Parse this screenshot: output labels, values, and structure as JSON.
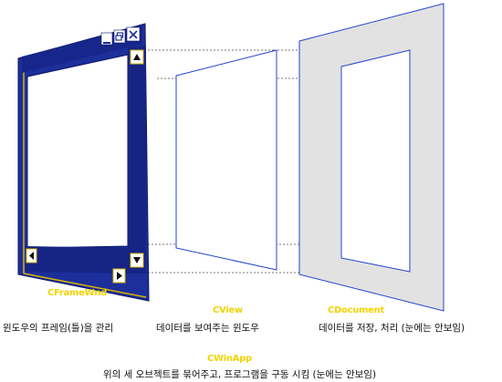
{
  "colors": {
    "frame_blue": "#1c2f9a",
    "frame_dark": "#0b1466",
    "frame_gold": "#d8b400",
    "label_yellow": "#f2d400",
    "line_blue": "#2244cc",
    "dotted_gray": "#777777",
    "doc_gray": "#e2e2e2"
  },
  "icons": {
    "minimize": "minimize-icon",
    "restore": "restore-icon",
    "close": "close-icon",
    "scroll_up": "scroll-up-arrow-icon",
    "scroll_down": "scroll-down-arrow-icon",
    "scroll_left": "scroll-left-arrow-icon",
    "scroll_right": "scroll-right-arrow-icon"
  },
  "frame": {
    "name": "CFrameWnd",
    "description": "윈도우의 프레임(틀)을 관리"
  },
  "view": {
    "name": "CView",
    "description": "데이터를 보여주는 윈도우"
  },
  "document": {
    "name": "CDocument",
    "description": "데이터를 저장, 처리 (눈에는 안보임)"
  },
  "app": {
    "name": "CWinApp",
    "description": "위의 세 오브젝트를 묶어주고, 프로그램을 구동 시킴 (눈에는 안보임)"
  }
}
